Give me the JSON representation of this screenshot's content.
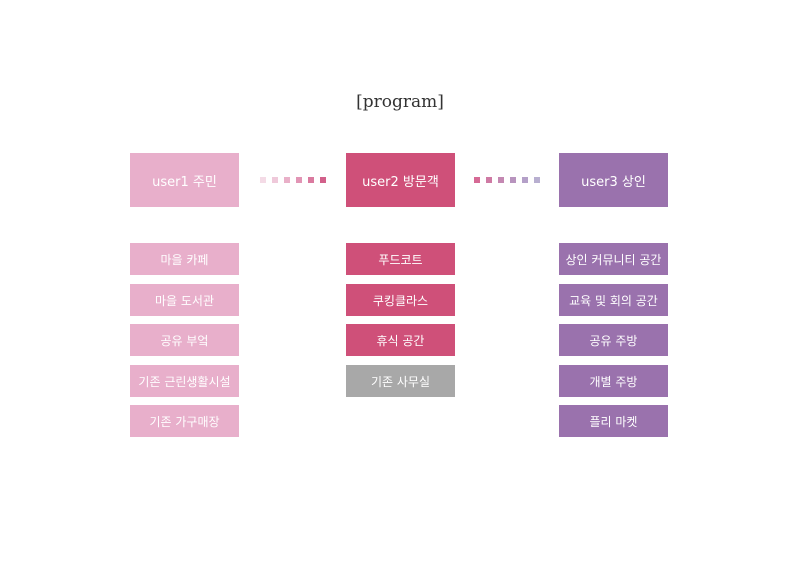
{
  "title": "[program]",
  "colors": {
    "user1": "#e8afcb",
    "user2": "#cf5079",
    "user3": "#9a72ad",
    "office": "#a8a8a8"
  },
  "users": [
    {
      "label": "user1 주민",
      "items": [
        "마을 카페",
        "마을 도서관",
        "공유 부엌",
        "기존 근린생활시설",
        "기존 가구매장"
      ]
    },
    {
      "label": "user2 방문객",
      "items": [
        "푸드코트",
        "쿠킹클라스",
        "휴식 공간",
        "기존 사무실"
      ]
    },
    {
      "label": "user3 상인",
      "items": [
        "상인 커뮤니티 공간",
        "교육 및 회의 공간",
        "공유 주방",
        "개별 주방",
        "플리 마켓"
      ]
    }
  ]
}
